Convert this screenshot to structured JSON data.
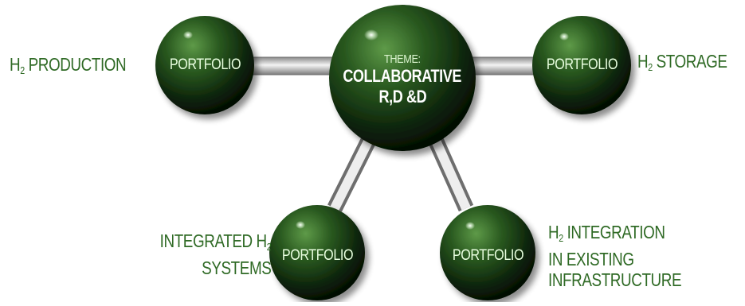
{
  "center": {
    "line1": "THEME:",
    "line2": "COLLABORATIVE",
    "line3": "R,D &D"
  },
  "portfolios": [
    {
      "ball_label": "PORTFOLIO",
      "caption_pre": "H",
      "caption_sub": "2",
      "caption_post": " PRODUCTION"
    },
    {
      "ball_label": "PORTFOLIO",
      "caption_pre": "H",
      "caption_sub": "2",
      "caption_post": " STORAGE"
    },
    {
      "ball_label": "PORTFOLIO",
      "caption_line1_pre": "INTEGRATED H",
      "caption_line1_sub": "2",
      "caption_line2": "SYSTEMS"
    },
    {
      "ball_label": "PORTFOLIO",
      "caption_line1_pre": "H",
      "caption_line1_sub": "2",
      "caption_line1_post": " INTEGRATION",
      "caption_line2": "IN EXISTING",
      "caption_line3": "INFRASTRUCTURE"
    }
  ],
  "colors": {
    "ball_dark": "#040e04",
    "ball_mid": "#1f4a18",
    "ball_light": "#4f8a3c",
    "text_green": "#2f6a25",
    "connector": "#9a9a9a"
  }
}
